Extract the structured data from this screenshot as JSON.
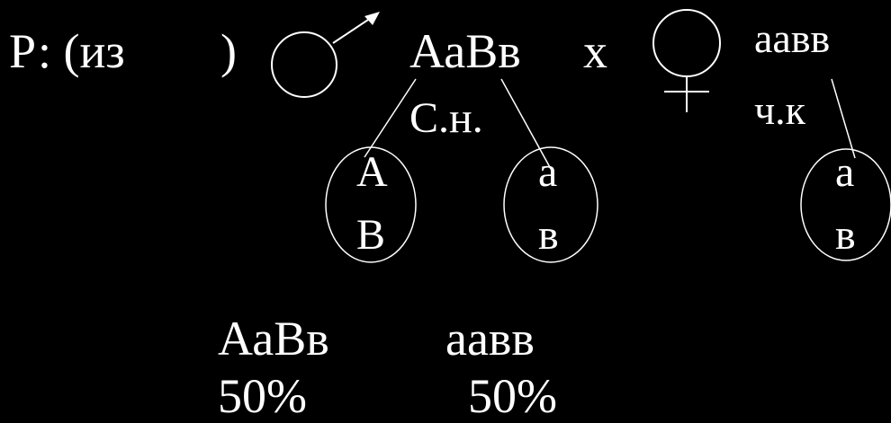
{
  "parent_line": {
    "prefix": "Р: (из",
    "close_paren": ")",
    "male_genotype": "АаВв",
    "cross": "х",
    "female_genotype": "аавв",
    "female_note": "ч.к",
    "male_note": "С.н."
  },
  "gametes": {
    "male_1": {
      "top": "А",
      "bottom": "В"
    },
    "male_2": {
      "top": "а",
      "bottom": "в"
    },
    "female_1": {
      "top": "а",
      "bottom": "в"
    }
  },
  "offspring": [
    {
      "genotype": "АаВв",
      "ratio": "50%"
    },
    {
      "genotype": "аавв",
      "ratio": "50%"
    }
  ],
  "symbols": {
    "male": "male-symbol",
    "female": "female-symbol"
  },
  "colors": {
    "background": "#000000",
    "foreground": "#ffffff"
  }
}
